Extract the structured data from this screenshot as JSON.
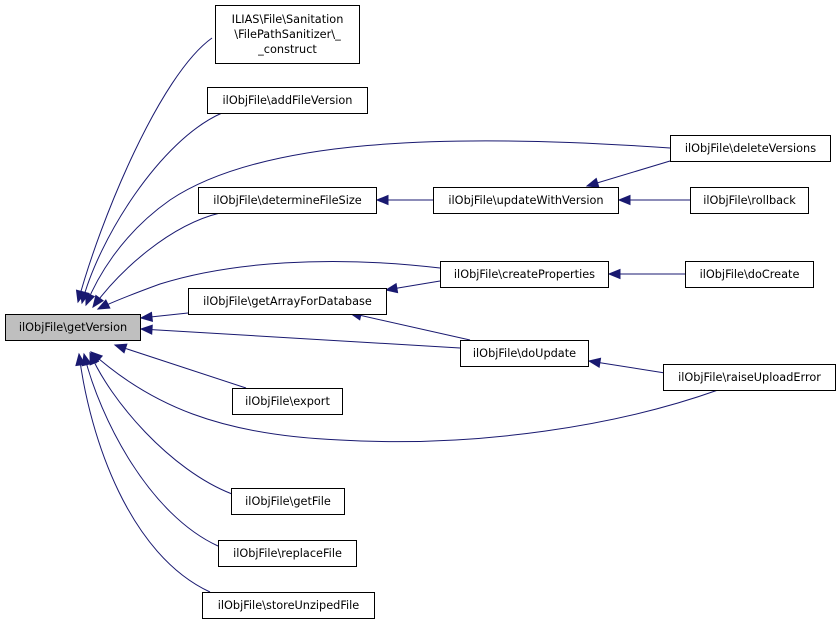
{
  "diagram": {
    "edge_color": "#191970",
    "root_fill": "#bfbfbf",
    "nodes": [
      {
        "id": "getVersion",
        "lines": [
          "ilObjFile\\getVersion"
        ],
        "root": true
      },
      {
        "id": "construct",
        "lines": [
          "ILIAS\\File\\Sanitation",
          "\\FilePathSanitizer\\_",
          "_construct"
        ]
      },
      {
        "id": "addFileVersion",
        "lines": [
          "ilObjFile\\addFileVersion"
        ]
      },
      {
        "id": "deleteVersions",
        "lines": [
          "ilObjFile\\deleteVersions"
        ]
      },
      {
        "id": "determineFileSize",
        "lines": [
          "ilObjFile\\determineFileSize"
        ]
      },
      {
        "id": "updateWithVersion",
        "lines": [
          "ilObjFile\\updateWithVersion"
        ]
      },
      {
        "id": "rollback",
        "lines": [
          "ilObjFile\\rollback"
        ]
      },
      {
        "id": "createProperties",
        "lines": [
          "ilObjFile\\createProperties"
        ]
      },
      {
        "id": "doCreate",
        "lines": [
          "ilObjFile\\doCreate"
        ]
      },
      {
        "id": "getArrayForDatabase",
        "lines": [
          "ilObjFile\\getArrayForDatabase"
        ]
      },
      {
        "id": "doUpdate",
        "lines": [
          "ilObjFile\\doUpdate"
        ]
      },
      {
        "id": "raiseUploadError",
        "lines": [
          "ilObjFile\\raiseUploadError"
        ]
      },
      {
        "id": "export",
        "lines": [
          "ilObjFile\\export"
        ]
      },
      {
        "id": "getFile",
        "lines": [
          "ilObjFile\\getFile"
        ]
      },
      {
        "id": "replaceFile",
        "lines": [
          "ilObjFile\\replaceFile"
        ]
      },
      {
        "id": "storeUnzipedFile",
        "lines": [
          "ilObjFile\\storeUnzipedFile"
        ]
      }
    ],
    "edges": [
      {
        "from": "construct",
        "to": "getVersion"
      },
      {
        "from": "addFileVersion",
        "to": "getVersion"
      },
      {
        "from": "deleteVersions",
        "to": "getVersion"
      },
      {
        "from": "determineFileSize",
        "to": "getVersion"
      },
      {
        "from": "createProperties",
        "to": "getVersion"
      },
      {
        "from": "getArrayForDatabase",
        "to": "getVersion"
      },
      {
        "from": "doUpdate",
        "to": "getVersion"
      },
      {
        "from": "export",
        "to": "getVersion"
      },
      {
        "from": "raiseUploadError",
        "to": "getVersion"
      },
      {
        "from": "getFile",
        "to": "getVersion"
      },
      {
        "from": "replaceFile",
        "to": "getVersion"
      },
      {
        "from": "storeUnzipedFile",
        "to": "getVersion"
      },
      {
        "from": "updateWithVersion",
        "to": "determineFileSize"
      },
      {
        "from": "deleteVersions",
        "to": "updateWithVersion"
      },
      {
        "from": "rollback",
        "to": "updateWithVersion"
      },
      {
        "from": "createProperties",
        "to": "getArrayForDatabase"
      },
      {
        "from": "doUpdate",
        "to": "getArrayForDatabase"
      },
      {
        "from": "doCreate",
        "to": "createProperties"
      },
      {
        "from": "raiseUploadError",
        "to": "doUpdate"
      }
    ]
  }
}
